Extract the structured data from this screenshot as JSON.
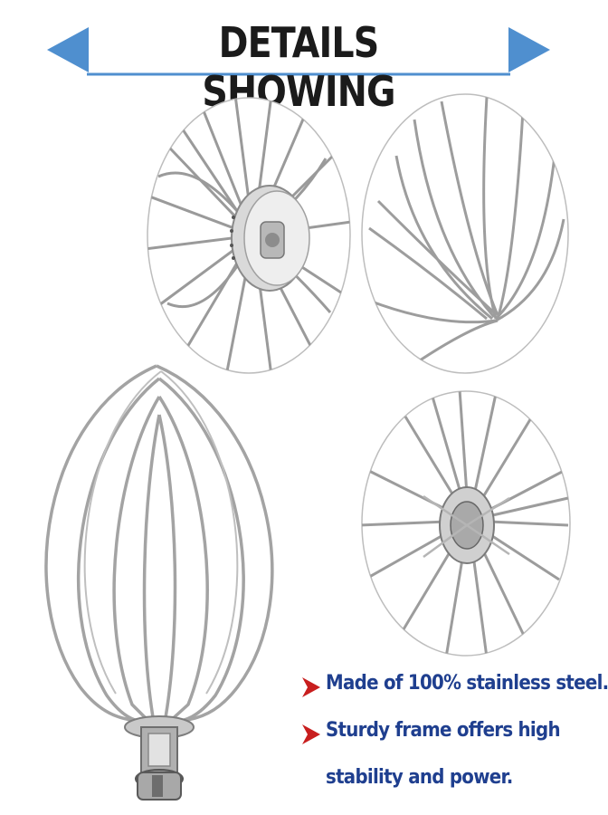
{
  "banner": {
    "title": "DETAILS SHOWING",
    "accent_color": "#4f8fcf",
    "left_arrow_icon": "triangle-left",
    "right_arrow_icon": "triangle-right"
  },
  "features": {
    "bullet_color": "#c81e1e",
    "text_color": "#1f3f8f",
    "items": [
      {
        "line1": "Made of 100% stainless steel.",
        "line2": ""
      },
      {
        "line1": "Sturdy frame offers high",
        "line2": "stability and power."
      }
    ]
  }
}
